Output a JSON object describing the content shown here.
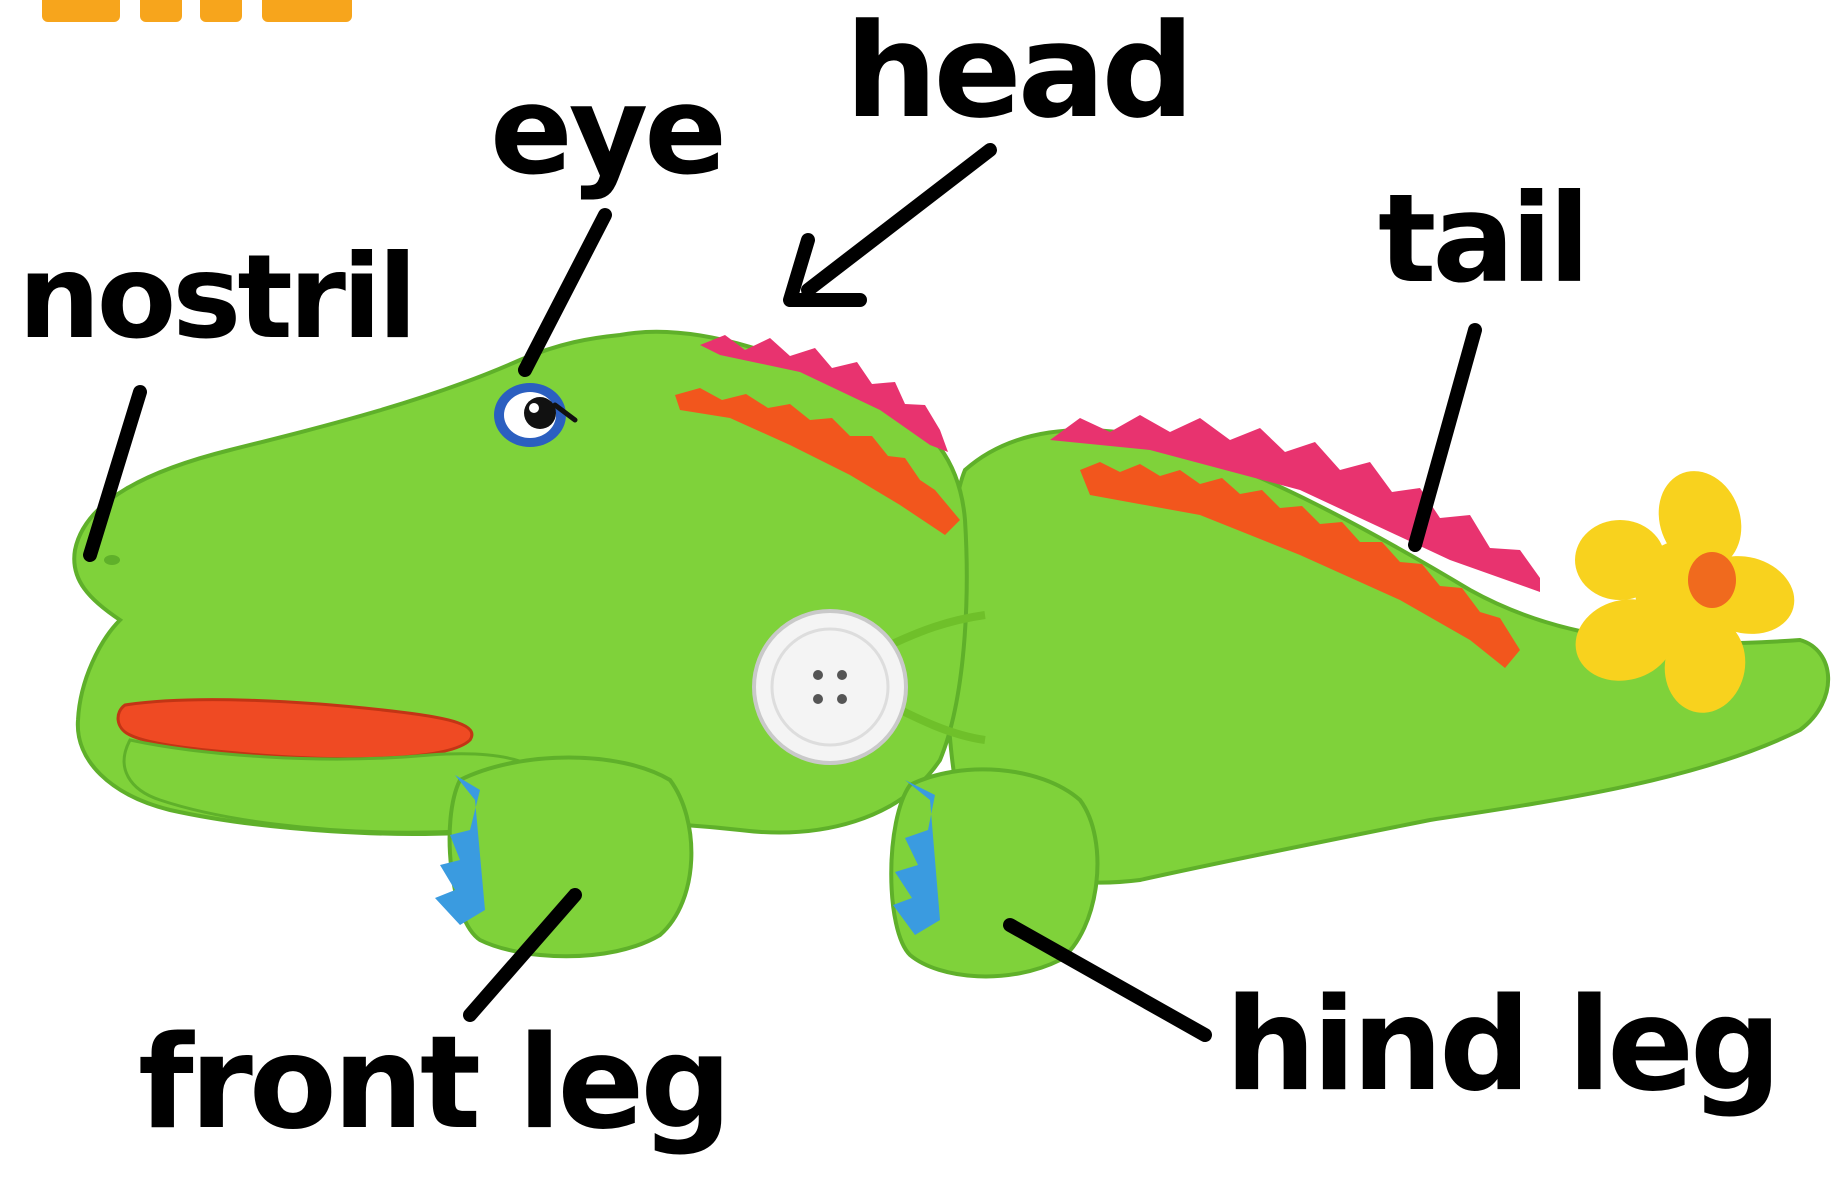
{
  "figure": {
    "labels": {
      "head": "head",
      "eye": "eye",
      "tail": "tail",
      "nostril": "nostril",
      "front_leg": "front leg",
      "hind_leg": "hind leg"
    },
    "colors": {
      "body": "#7fd23a",
      "body_shadow": "#5fb02a",
      "spikes_pink": "#e8336f",
      "stripe_orange": "#f2561d",
      "mouth_red": "#ef4a23",
      "feet_blue": "#3a9be0",
      "flower_yellow": "#f8d21e",
      "flower_center": "#f06a1e",
      "button_white": "#f4f4f4",
      "eye_blue": "#2b5fc0",
      "logo_orange": "#f7a51c",
      "text": "#000000"
    }
  }
}
